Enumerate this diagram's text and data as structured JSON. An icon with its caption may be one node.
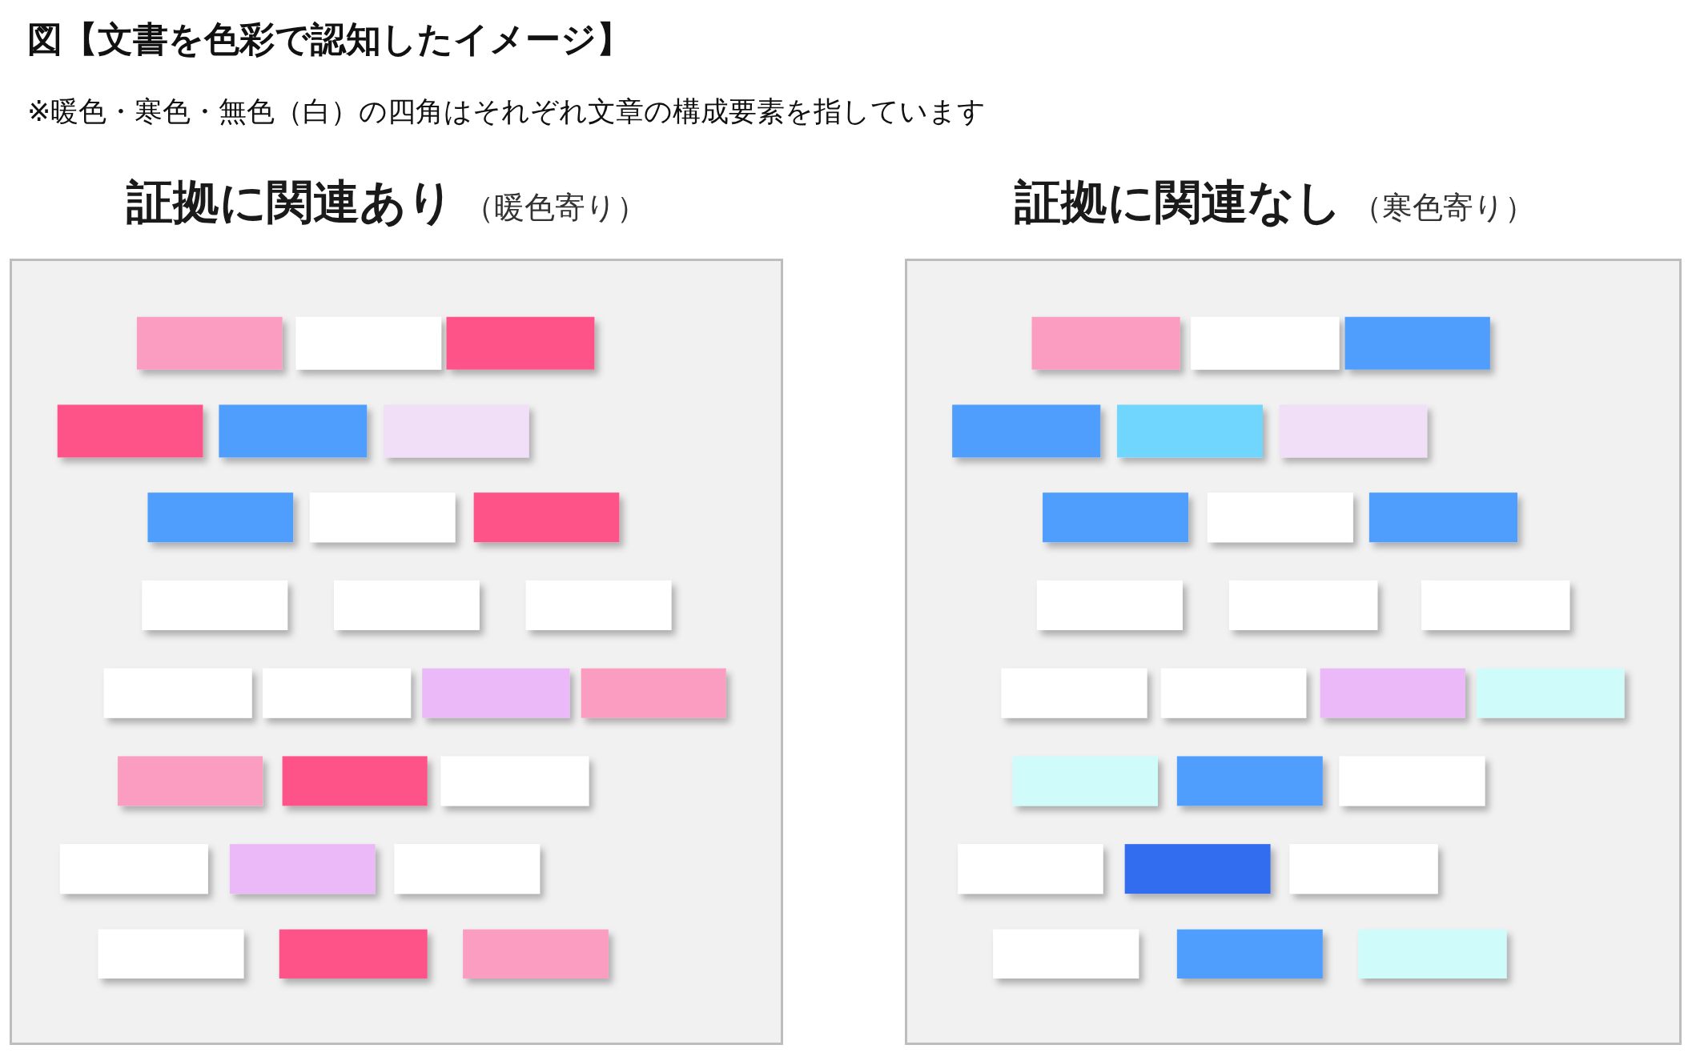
{
  "diagram": {
    "title": "図【文書を色彩で認知したイメージ】",
    "nodes": [
      {
        "text": [
          "証拠に関連あり",
          "（暖色寄り）"
        ]
      },
      {
        "text": [
          "証拠に関連なし",
          "（寒色寄り）"
        ]
      }
    ],
    "labels": [
      "※暖色・寒色・無色（白）の四角はそれぞれ文章の構成要素を指しています"
    ]
  }
}
